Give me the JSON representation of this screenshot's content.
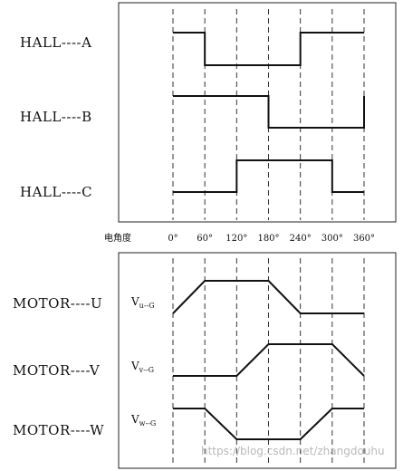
{
  "hall_signals": [
    {
      "label": "HALL----A",
      "name": "hall-a"
    },
    {
      "label": "HALL----B",
      "name": "hall-b"
    },
    {
      "label": "HALL----C",
      "name": "hall-c"
    }
  ],
  "angle_axis": {
    "title": "电角度",
    "ticks": [
      "0°",
      "60°",
      "120°",
      "180°",
      "240°",
      "300°",
      "360°"
    ]
  },
  "motor_signals": [
    {
      "label": "MOTOR----U",
      "name": "motor-u",
      "sub_main": "V",
      "sub_small": "u--G"
    },
    {
      "label": "MOTOR----V",
      "name": "motor-v",
      "sub_main": "V",
      "sub_small": "v--G"
    },
    {
      "label": "MOTOR----W",
      "name": "motor-w",
      "sub_main": "V",
      "sub_small": "w--G"
    }
  ],
  "chart_data": {
    "type": "line",
    "x_unit": "electrical degrees",
    "x": [
      0,
      60,
      120,
      180,
      240,
      300,
      360
    ],
    "hall_series": [
      {
        "name": "HALL----A",
        "levels": [
          1,
          0,
          0,
          0,
          1,
          1
        ]
      },
      {
        "name": "HALL----B",
        "levels": [
          1,
          1,
          1,
          0,
          0,
          0
        ]
      },
      {
        "name": "HALL----C",
        "levels": [
          0,
          0,
          1,
          1,
          1,
          0
        ]
      }
    ],
    "motor_series": [
      {
        "name": "MOTOR----U",
        "points": [
          [
            0,
            0
          ],
          [
            60,
            1
          ],
          [
            180,
            1
          ],
          [
            240,
            0
          ],
          [
            360,
            0
          ]
        ]
      },
      {
        "name": "MOTOR----V",
        "points": [
          [
            0,
            0
          ],
          [
            120,
            0
          ],
          [
            180,
            1
          ],
          [
            300,
            1
          ],
          [
            360,
            0
          ]
        ]
      },
      {
        "name": "MOTOR----W",
        "points": [
          [
            0,
            1
          ],
          [
            60,
            1
          ],
          [
            120,
            0
          ],
          [
            240,
            0
          ],
          [
            300,
            1
          ],
          [
            360,
            1
          ]
        ]
      }
    ]
  },
  "watermark": "https://blog.csdn.net/zhangdouhu"
}
